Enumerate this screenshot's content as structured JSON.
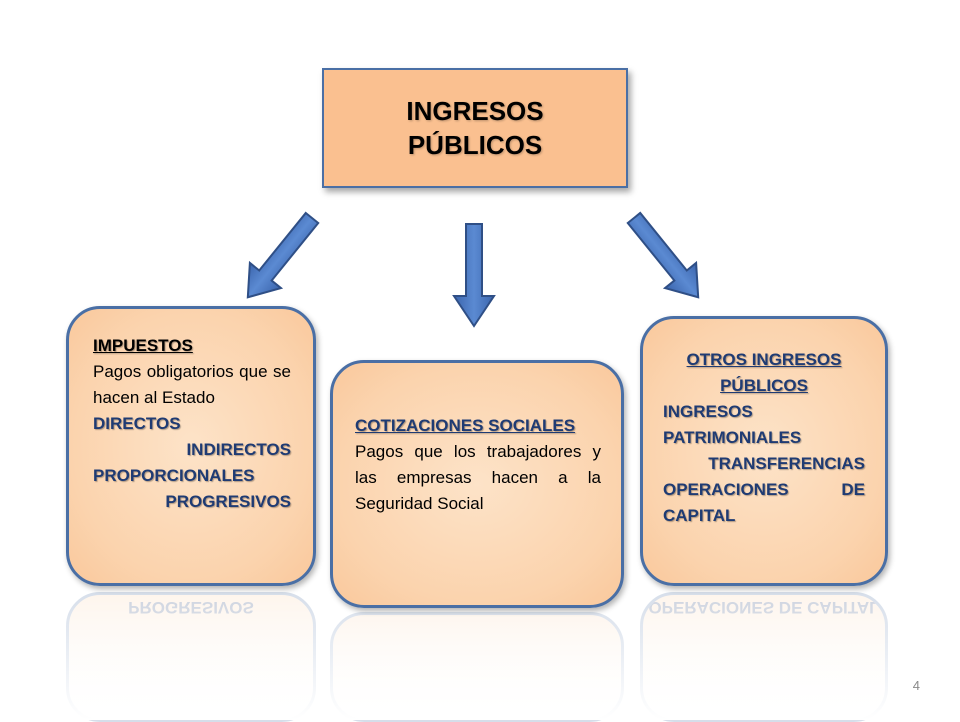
{
  "colors": {
    "title_fill": "#fac090",
    "card_fill": "#fbd3ad",
    "border": "#4a6fa5",
    "arrow": "#4a77c0",
    "dark_blue_text": "#1f3b73"
  },
  "title": {
    "line1": "INGRESOS",
    "line2": "PÚBLICOS"
  },
  "left_card": {
    "heading": "IMPUESTOS",
    "description": "Pagos obligatorios que se hacen al Estado",
    "types": [
      "DIRECTOS",
      "INDIRECTOS",
      "PROPORCIONALES",
      "PROGRESIVOS"
    ]
  },
  "middle_card": {
    "heading": "COTIZACIONES SOCIALES",
    "description": "Pagos que los trabajadores y las empresas hacen a la Seguridad Social"
  },
  "right_card": {
    "heading_line1": "OTROS INGRESOS",
    "heading_line2": "PÚBLICOS",
    "items": [
      "INGRESOS PATRIMONIALES",
      "TRANSFERENCIAS",
      "OPERACIONES DE CAPITAL"
    ]
  },
  "page_number": "4"
}
